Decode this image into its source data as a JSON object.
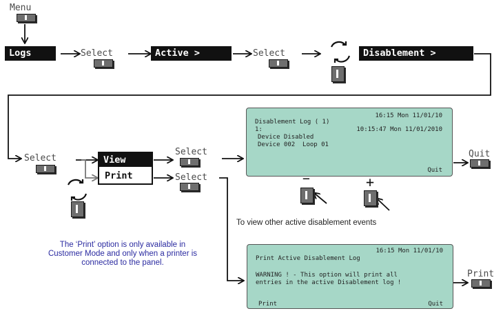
{
  "flow": {
    "menu_label": "Menu",
    "logs_label": "Logs",
    "select_label": "Select",
    "active_label": "Active   >",
    "disablement_label": "Disablement >",
    "view_label": "View",
    "print_label": "Print",
    "quit_label": "Quit",
    "print_key_label": "Print",
    "minus_symbol": "−",
    "plus_symbol": "+"
  },
  "lcd_log": {
    "time": "16:15 Mon 11/01/10",
    "title": "Disablement Log ( 1)",
    "entry_no": "1:",
    "entry_time": "10:15:47 Mon 11/01/2010",
    "line1": "Device Disabled",
    "line2": "Device 002  Loop 01",
    "softkey_right": "Quit"
  },
  "lcd_print": {
    "time": "16:15 Mon 11/01/10",
    "title": "Print Active Disablement Log",
    "warning1": "WARNING ! - This option will print all",
    "warning2": "entries in the active Disablement log !",
    "softkey_left": "Print",
    "softkey_right": "Quit"
  },
  "captions": {
    "view_other": "To view other active disablement events",
    "print_note": "The ‘Print’ option is only available in Customer Mode and  only when a printer is connected to the panel."
  },
  "colors": {
    "lcd_background": "#a6d7c7",
    "note_text": "#2a2aa0",
    "block_background": "#111111"
  }
}
